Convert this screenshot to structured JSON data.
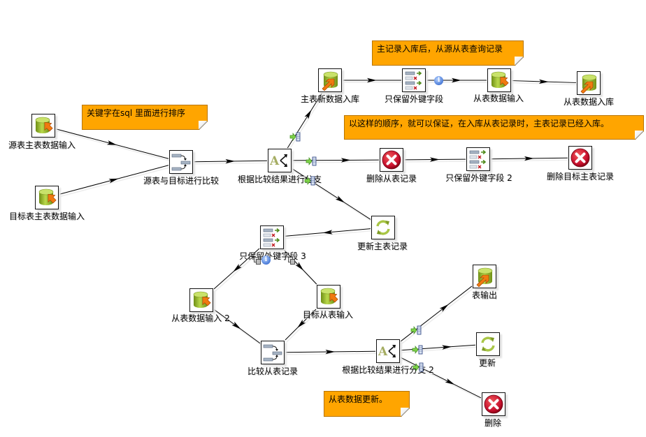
{
  "diagram": {
    "type": "etl-transformation",
    "notes": [
      {
        "id": "n1",
        "text": "关键字在sql 里面进行排序"
      },
      {
        "id": "n2",
        "text": "主记录入库后，从源从表查询记录"
      },
      {
        "id": "n3",
        "text": "以这样的顺序，就可以保证，在入库从表记录时，主表记录已经入库。"
      },
      {
        "id": "n4",
        "text": "从表数据更新。"
      }
    ],
    "steps": [
      {
        "id": "src_master_input",
        "label": "源表主表数据输入",
        "icon": "table-input-icon"
      },
      {
        "id": "tgt_master_input",
        "label": "目标表主表数据输入",
        "icon": "table-input-icon"
      },
      {
        "id": "merge_compare",
        "label": "源表与目标进行比较",
        "icon": "merge-rows-icon"
      },
      {
        "id": "switch_case",
        "label": "根据比较结果进行分支",
        "icon": "switch-case-icon"
      },
      {
        "id": "master_insert",
        "label": "主表新数据入库",
        "icon": "table-output-icon"
      },
      {
        "id": "select_fk",
        "label": "只保留外键字段",
        "icon": "select-values-icon"
      },
      {
        "id": "detail_input",
        "label": "从表数据输入",
        "icon": "table-input-icon"
      },
      {
        "id": "detail_insert",
        "label": "从表数据入库",
        "icon": "table-output-icon"
      },
      {
        "id": "delete_detail",
        "label": "删除从表记录",
        "icon": "delete-icon"
      },
      {
        "id": "select_fk_2",
        "label": "只保留外键字段 2",
        "icon": "select-values-icon"
      },
      {
        "id": "delete_master",
        "label": "删除目标主表记录",
        "icon": "delete-icon"
      },
      {
        "id": "update_master",
        "label": "更新主表记录",
        "icon": "update-icon"
      },
      {
        "id": "select_fk_3",
        "label": "只保留外键字段 3",
        "icon": "select-values-icon"
      },
      {
        "id": "detail_input_2",
        "label": "从表数据输入 2",
        "icon": "table-input-icon"
      },
      {
        "id": "tgt_detail_input",
        "label": "目标从表输入",
        "icon": "table-input-icon"
      },
      {
        "id": "compare_detail",
        "label": "比较从表记录",
        "icon": "merge-rows-icon"
      },
      {
        "id": "switch_case_2",
        "label": "根据比较结果进行分支 2",
        "icon": "switch-case-icon"
      },
      {
        "id": "table_output",
        "label": "表输出",
        "icon": "table-output-icon"
      },
      {
        "id": "update",
        "label": "更新",
        "icon": "update-icon"
      },
      {
        "id": "delete",
        "label": "删除",
        "icon": "delete-icon"
      }
    ],
    "hops": [
      {
        "from": "src_master_input",
        "to": "merge_compare"
      },
      {
        "from": "tgt_master_input",
        "to": "merge_compare"
      },
      {
        "from": "merge_compare",
        "to": "switch_case"
      },
      {
        "from": "switch_case",
        "to": "master_insert",
        "marker": "target-step"
      },
      {
        "from": "master_insert",
        "to": "select_fk"
      },
      {
        "from": "select_fk",
        "to": "detail_input",
        "marker": "info"
      },
      {
        "from": "detail_input",
        "to": "detail_insert"
      },
      {
        "from": "switch_case",
        "to": "delete_detail",
        "marker": "target-step"
      },
      {
        "from": "delete_detail",
        "to": "select_fk_2"
      },
      {
        "from": "select_fk_2",
        "to": "delete_master"
      },
      {
        "from": "switch_case",
        "to": "update_master",
        "marker": "target-step"
      },
      {
        "from": "update_master",
        "to": "select_fk_3"
      },
      {
        "from": "select_fk_3",
        "to": "detail_input_2",
        "marker": "copy-info"
      },
      {
        "from": "select_fk_3",
        "to": "tgt_detail_input",
        "marker": "copy"
      },
      {
        "from": "detail_input_2",
        "to": "compare_detail"
      },
      {
        "from": "tgt_detail_input",
        "to": "compare_detail"
      },
      {
        "from": "compare_detail",
        "to": "switch_case_2"
      },
      {
        "from": "switch_case_2",
        "to": "table_output",
        "marker": "target-step"
      },
      {
        "from": "switch_case_2",
        "to": "update",
        "marker": "target-step"
      },
      {
        "from": "switch_case_2",
        "to": "delete",
        "marker": "target-step"
      }
    ],
    "colors": {
      "note_bg": "#ffa500",
      "hop_line": "#000000",
      "delete_red": "#c8102e",
      "db_green": "#9bbf2e",
      "arrow_orange": "#f07a10"
    }
  }
}
